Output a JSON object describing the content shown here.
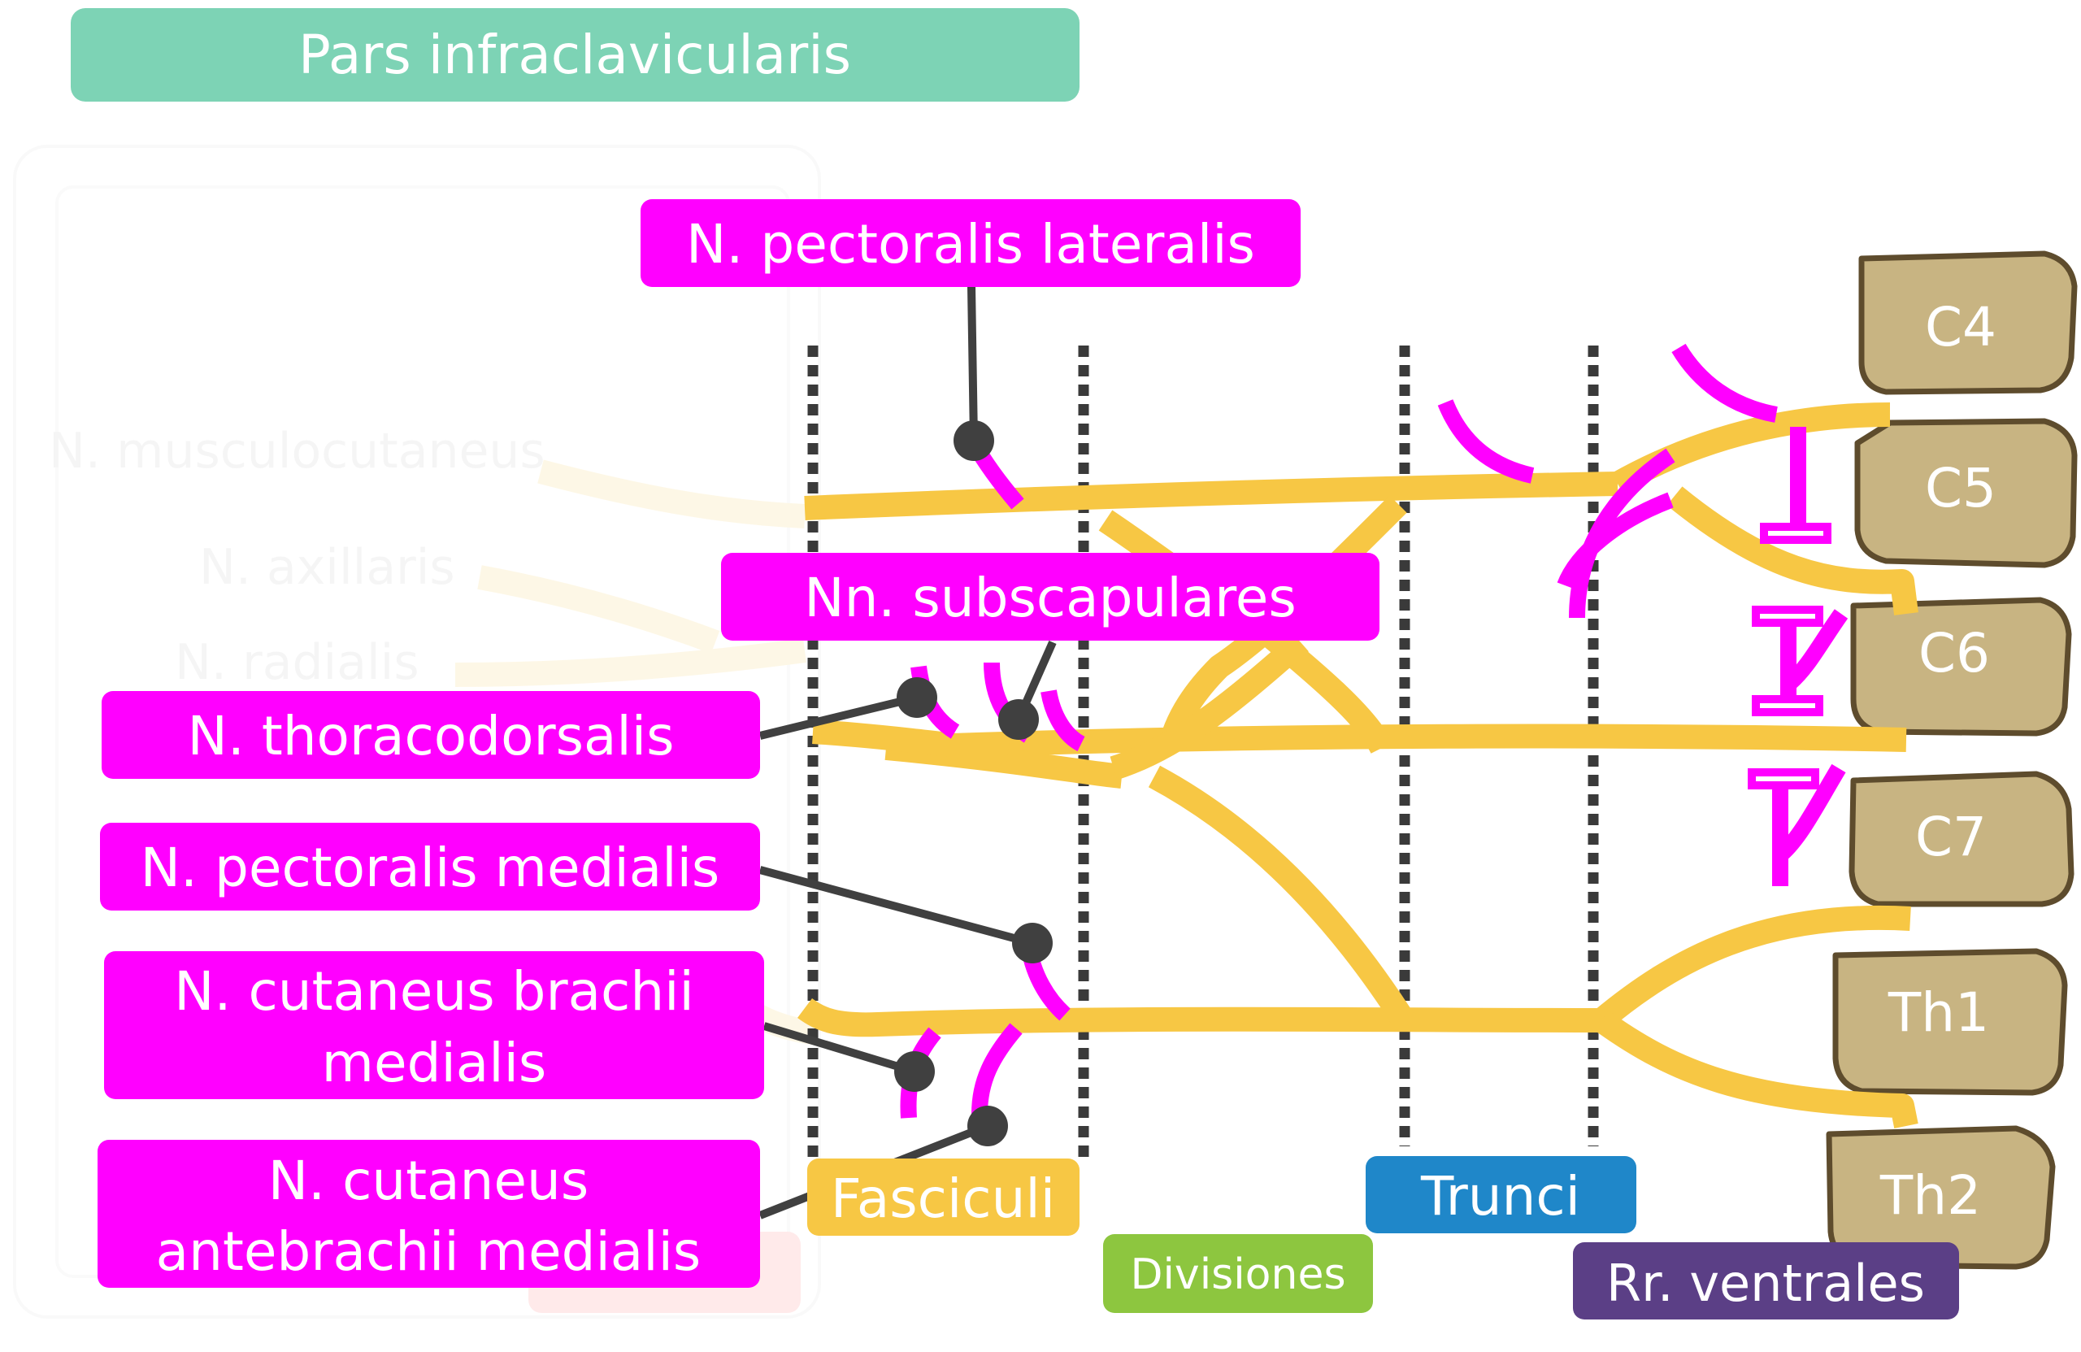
{
  "header": {
    "title": "Pars infraclavicularis",
    "color": "#7dd3b5"
  },
  "faded_labels": [
    "N. musculocutaneus",
    "N. axillaris",
    "N. radialis"
  ],
  "nerve_labels": {
    "pectoralis_lateralis": "N. pectoralis lateralis",
    "subscapulares": "Nn. subscapulares",
    "thoracodorsalis": "N. thoracodorsalis",
    "pectoralis_medialis": "N. pectoralis medialis",
    "cutaneus_brachii_line1": "N. cutaneus brachii",
    "cutaneus_brachii_line2": "medialis",
    "cutaneus_antebrachii_line1": "N. cutaneus",
    "cutaneus_antebrachii_line2": "antebrachii medialis",
    "color": "#ff00ff"
  },
  "segments": [
    "C4",
    "C5",
    "C6",
    "C7",
    "Th1",
    "Th2"
  ],
  "sections": {
    "fasciculi": {
      "label": "Fasciculi",
      "color": "#f7c744"
    },
    "divisiones": {
      "label": "Divisiones",
      "color": "#8dc63f"
    },
    "trunci": {
      "label": "Trunci",
      "color": "#1f87c9"
    },
    "rr_ventrales": {
      "label": "Rr. ventrales",
      "color": "#5b3f86"
    }
  },
  "colors": {
    "nerve": "#f7c744",
    "branch": "#ff00ff",
    "root_fill": "#c8b482",
    "root_stroke": "#5e4c2d",
    "pointer": "#404040"
  }
}
